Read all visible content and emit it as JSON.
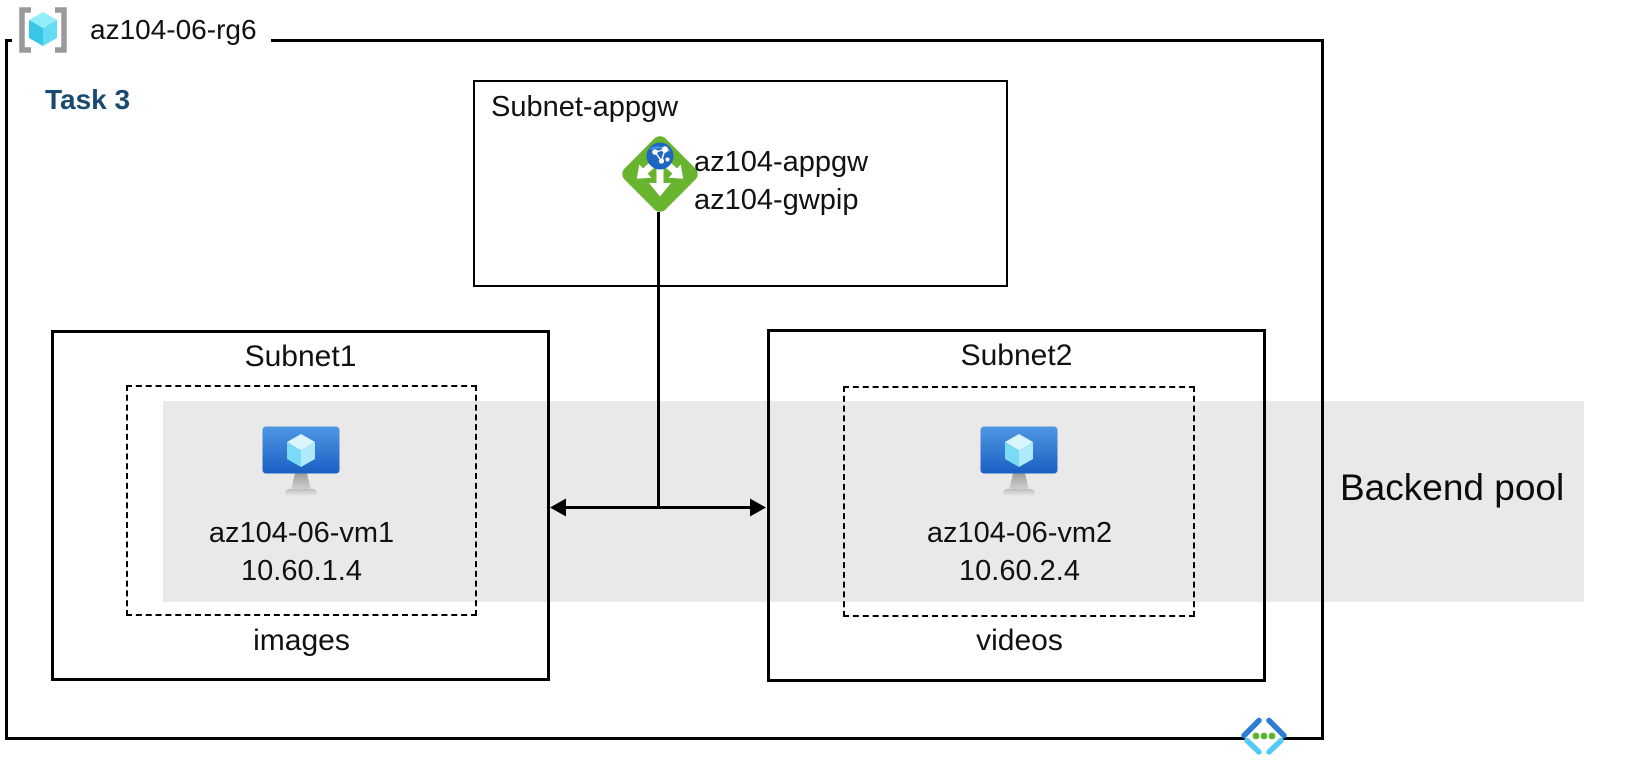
{
  "diagram": {
    "resource_group": {
      "label": "az104-06-rg6"
    },
    "task_label": "Task 3",
    "appgw_subnet": {
      "label": "Subnet-appgw",
      "gateway_name": "az104-appgw",
      "gateway_pip": "az104-gwpip"
    },
    "subnet1": {
      "label": "Subnet1",
      "vm_name": "az104-06-vm1",
      "vm_ip": "10.60.1.4",
      "caption": "images"
    },
    "subnet2": {
      "label": "Subnet2",
      "vm_name": "az104-06-vm2",
      "vm_ip": "10.60.2.4",
      "caption": "videos"
    },
    "backend_pool_label": "Backend pool",
    "icons": {
      "resource_group": "resource-group-icon",
      "application_gateway": "application-gateway-icon",
      "virtual_machine": "virtual-machine-icon",
      "virtual_network": "virtual-network-icon"
    },
    "colors": {
      "task_label_blue": "#1b4a70",
      "backend_pool_band": "#e9e9e9",
      "appgw_green": "#69b42e",
      "globe_blue": "#1f66c0",
      "vm_screen_top": "#4f97e3",
      "vm_screen_bottom": "#1a60c4",
      "cube_cyan_light": "#d9f6fe",
      "cube_cyan_mid": "#7adbf7",
      "bracket_gray": "#9a9a9a",
      "vnet_dark_blue": "#2b7cd5",
      "vnet_light_cyan": "#54cbf2",
      "vnet_dot_green": "#5cb32f",
      "line_black": "#000000"
    }
  }
}
